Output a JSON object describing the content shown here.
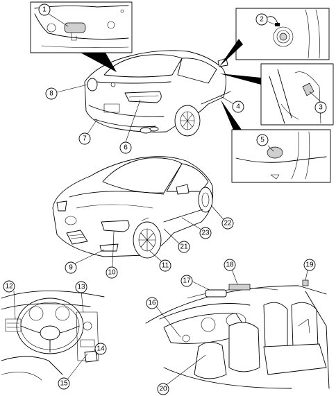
{
  "callouts": [
    {
      "id": "callout-1",
      "number": "1"
    },
    {
      "id": "callout-2",
      "number": "2"
    },
    {
      "id": "callout-3",
      "number": "3"
    },
    {
      "id": "callout-4",
      "number": "4"
    },
    {
      "id": "callout-5",
      "number": "5"
    },
    {
      "id": "callout-6",
      "number": "6"
    },
    {
      "id": "callout-7",
      "number": "7"
    },
    {
      "id": "callout-8",
      "number": "8"
    },
    {
      "id": "callout-9",
      "number": "9"
    },
    {
      "id": "callout-10",
      "number": "10"
    },
    {
      "id": "callout-11",
      "number": "11"
    },
    {
      "id": "callout-12",
      "number": "12"
    },
    {
      "id": "callout-13",
      "number": "13"
    },
    {
      "id": "callout-14",
      "number": "14"
    },
    {
      "id": "callout-15",
      "number": "15"
    },
    {
      "id": "callout-16",
      "number": "16"
    },
    {
      "id": "callout-17",
      "number": "17"
    },
    {
      "id": "callout-18",
      "number": "18"
    },
    {
      "id": "callout-19",
      "number": "19"
    },
    {
      "id": "callout-20",
      "number": "20"
    },
    {
      "id": "callout-21",
      "number": "21"
    },
    {
      "id": "callout-22",
      "number": "22"
    },
    {
      "id": "callout-23",
      "number": "23"
    }
  ]
}
